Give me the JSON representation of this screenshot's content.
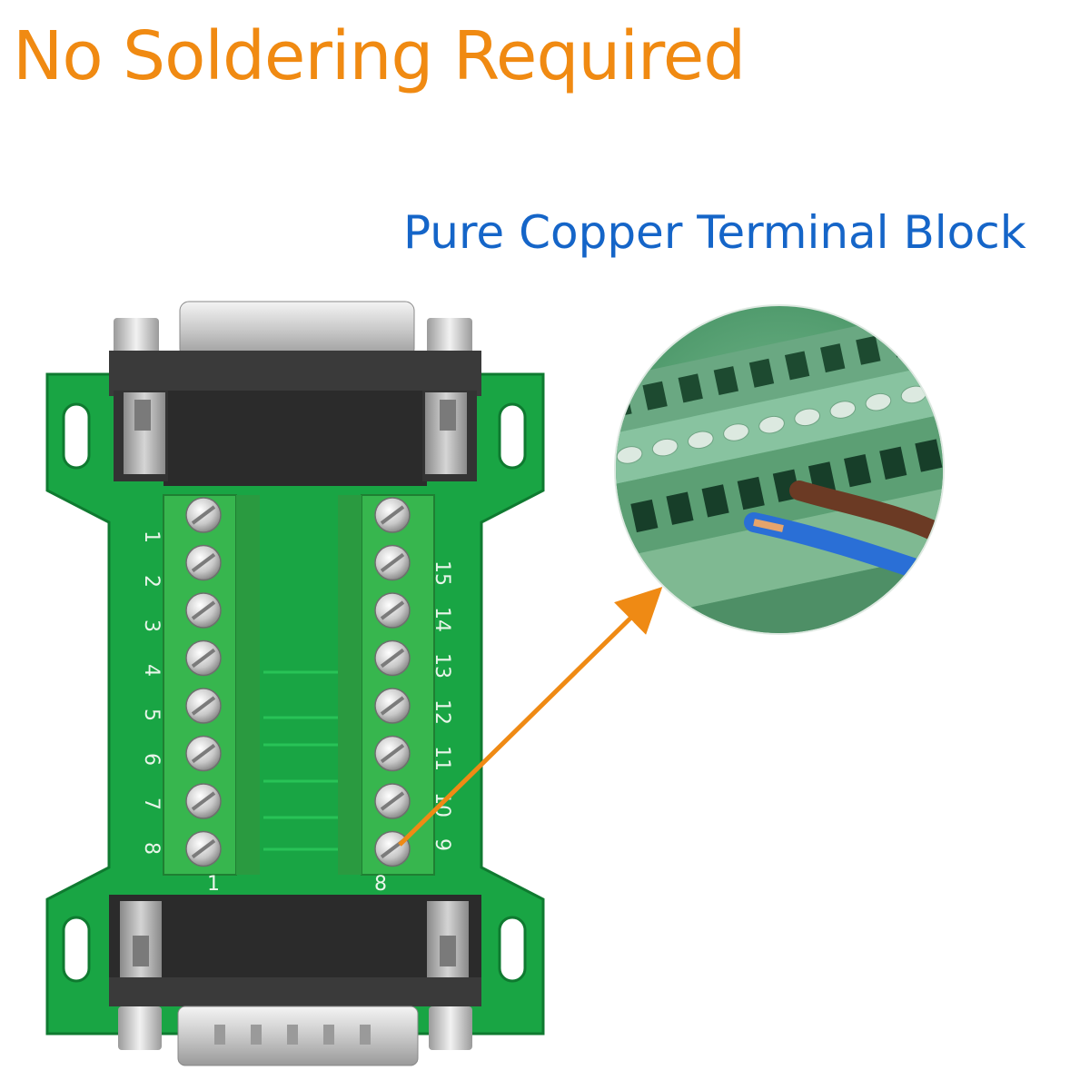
{
  "headline": "No Soldering Required",
  "subhead": "Pure Copper Terminal Block",
  "colors": {
    "headline": "#f08a12",
    "subhead": "#1565c8",
    "pcb": "#19a544",
    "terminal": "#37b64e",
    "arrow": "#ef8a14",
    "wire_brown": "#6b3a24",
    "wire_blue": "#2a6fd6"
  },
  "pins_left": [
    "1",
    "2",
    "3",
    "4",
    "5",
    "6",
    "7",
    "8"
  ],
  "pins_right": [
    "15",
    "14",
    "13",
    "12",
    "11",
    "10",
    "9"
  ],
  "silk_left": "1",
  "silk_right": "8"
}
